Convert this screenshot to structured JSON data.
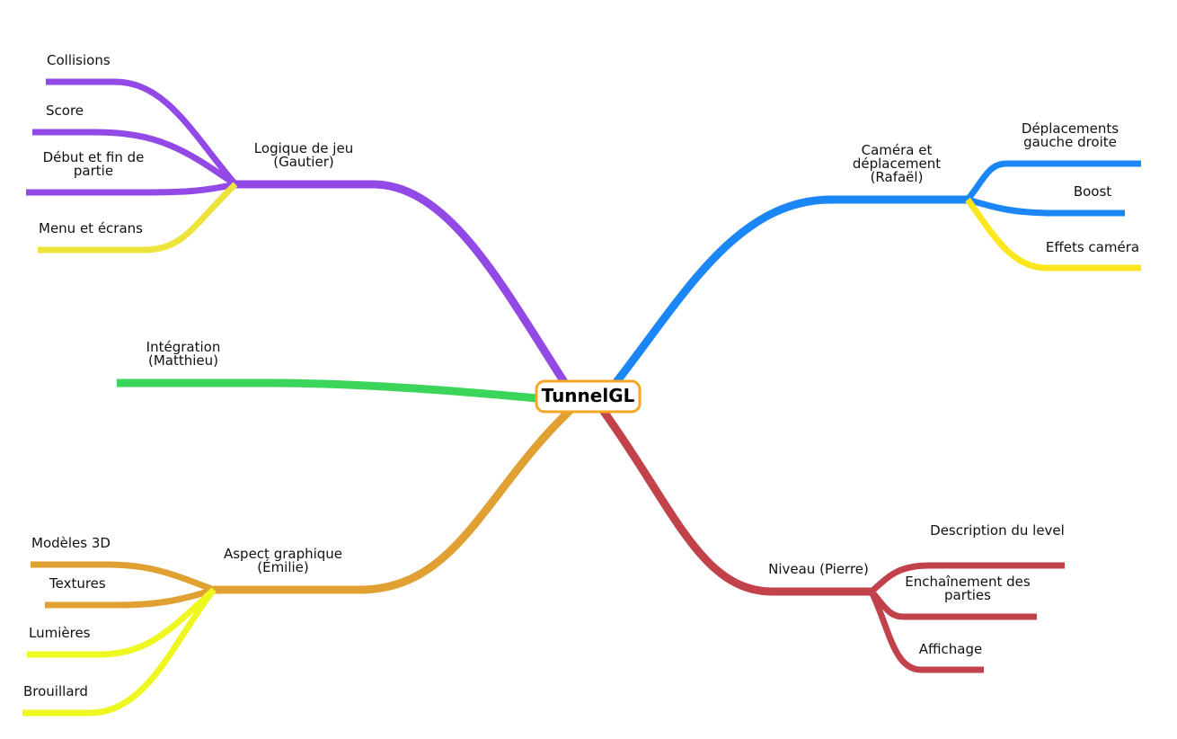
{
  "map": {
    "center": {
      "label": "TunnelGL",
      "border_color": "#f5a623"
    },
    "colors": {
      "purple": "#9249e6",
      "blue": "#1b87f7",
      "green": "#3cd55c",
      "orange": "#e0a032",
      "red": "#c2424c",
      "yellow_light": "#ece43c",
      "yellow": "#fde61d",
      "yellow_green": "#eef71f"
    },
    "topics": {
      "logique": {
        "label_lines": [
          "Logique  de  jeu",
          "(Gautier)"
        ],
        "children": {
          "collisions": {
            "label_lines": [
              "Collisions"
            ]
          },
          "score": {
            "label_lines": [
              "Score"
            ]
          },
          "debut_fin": {
            "label_lines": [
              "Début  et  fin   de",
              "partie"
            ]
          },
          "menu": {
            "label_lines": [
              "Menu et écrans"
            ]
          }
        }
      },
      "camera": {
        "label_lines": [
          "Caméra  et",
          "déplacement",
          "(Rafaël)"
        ],
        "children": {
          "deplacements": {
            "label_lines": [
              "Déplacements",
              "gauche  droite"
            ]
          },
          "boost": {
            "label_lines": [
              "Boost"
            ]
          },
          "effets": {
            "label_lines": [
              "Effets caméra"
            ]
          }
        }
      },
      "integration": {
        "label_lines": [
          "Intégration",
          "(Matthieu)"
        ],
        "children": {}
      },
      "aspect": {
        "label_lines": [
          "Aspect  graphique",
          "(Émilie)"
        ],
        "children": {
          "modeles": {
            "label_lines": [
              "Modèles 3D"
            ]
          },
          "textures": {
            "label_lines": [
              "Textures"
            ]
          },
          "lumieres": {
            "label_lines": [
              "Lumières"
            ]
          },
          "brouillard": {
            "label_lines": [
              "Brouillard"
            ]
          }
        }
      },
      "niveau": {
        "label_lines": [
          "Niveau (Pierre)"
        ],
        "children": {
          "description": {
            "label_lines": [
              "Description du level"
            ]
          },
          "enchainement": {
            "label_lines": [
              "Enchaînement  des",
              "parties"
            ]
          },
          "affichage": {
            "label_lines": [
              "Affichage"
            ]
          }
        }
      }
    }
  }
}
